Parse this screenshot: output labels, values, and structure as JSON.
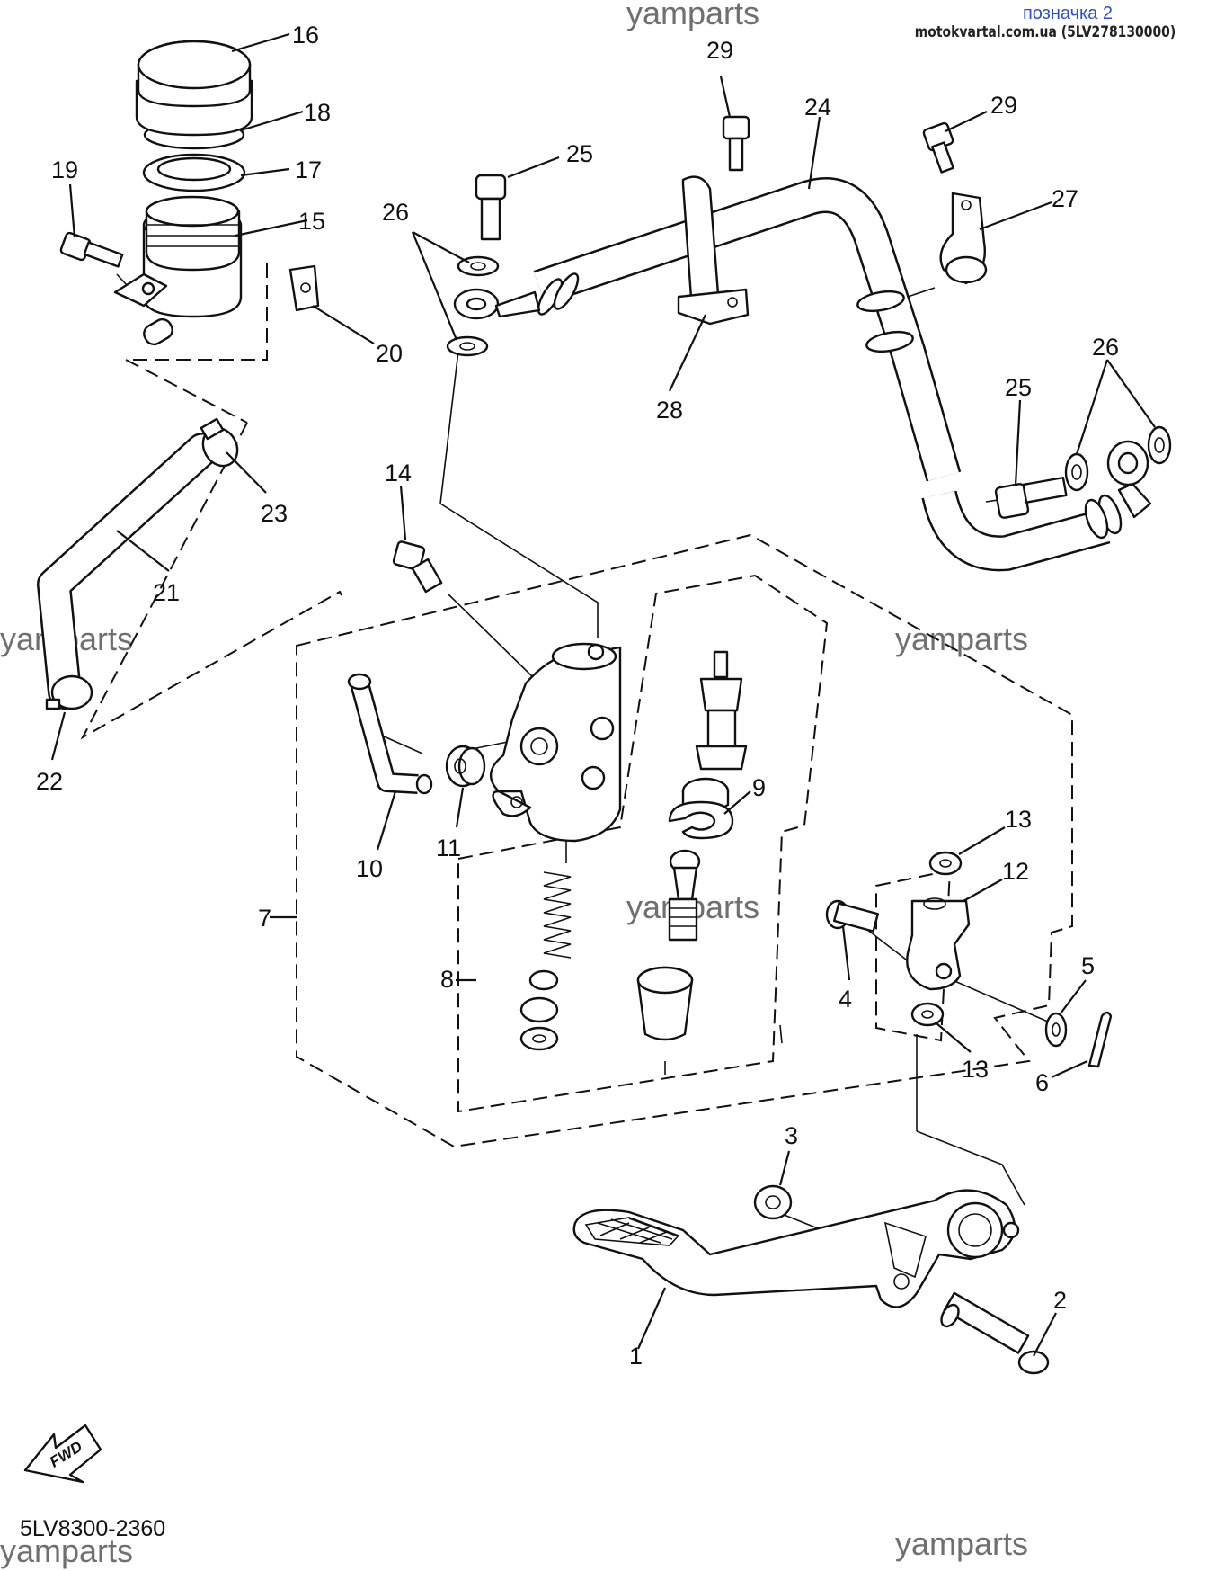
{
  "header": {
    "link_text": "позначка 2",
    "site_text": "motokvartal.com.ua (5LV278130000)"
  },
  "watermarks": [
    "yamparts",
    "yamparts",
    "yamparts",
    "yamparts",
    "yamparts",
    "yamparts"
  ],
  "diagram_code": "5LV8300-2360",
  "fwd_label": "FWD",
  "callouts": [
    "1",
    "2",
    "3",
    "4",
    "5",
    "6",
    "7",
    "8",
    "9",
    "10",
    "11",
    "12",
    "13",
    "13",
    "14",
    "15",
    "16",
    "17",
    "18",
    "19",
    "20",
    "21",
    "22",
    "23",
    "24",
    "25",
    "25",
    "26",
    "26",
    "27",
    "28",
    "29",
    "29"
  ],
  "colors": {
    "link": "#2a4fd8",
    "line": "#111111",
    "watermark": "#6f6f6f"
  }
}
